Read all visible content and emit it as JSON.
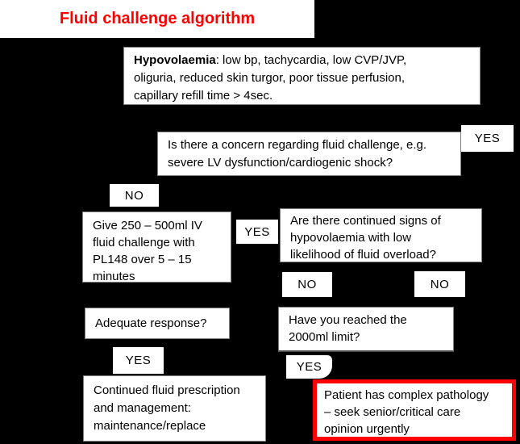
{
  "colors": {
    "background": "#000000",
    "box_fill": "#ffffff",
    "box_border": "#7f7f7f",
    "text": "#000000",
    "title_color": "#ff0000",
    "alert_border": "#ff0000"
  },
  "title": "Fluid challenge algorithm",
  "nodes": {
    "hypovolaemia": {
      "bold": "Hypovolaemia",
      "rest": ": low bp, tachycardia, low CVP/JVP,\noliguria, reduced skin turgor, poor tissue perfusion,\ncapillary refill time > 4sec."
    },
    "concern": "Is there a concern regarding fluid challenge, e.g.\nsevere LV dysfunction/cardiogenic shock?",
    "give_fluid": "Give 250 – 500ml IV\nfluid challenge with\nPL148 over 5 – 15\nminutes",
    "continued_signs": "Are there continued signs of\nhypovolaemia with low\nlikelihood of fluid overload?",
    "adequate": "Adequate response?",
    "limit": "Have you reached the\n2000ml limit?",
    "continued_fluid": "Continued fluid prescription\nand management:\nmaintenance/replace",
    "complex": "Patient has complex pathology\n– seek senior/critical care\nopinion urgently"
  },
  "labels": {
    "yes_top": "YES",
    "no_top": "NO",
    "yes_mid": "YES",
    "no_mid_left": "NO",
    "no_mid_right": "NO",
    "yes_left": "YES",
    "yes_bottom": "YES"
  }
}
